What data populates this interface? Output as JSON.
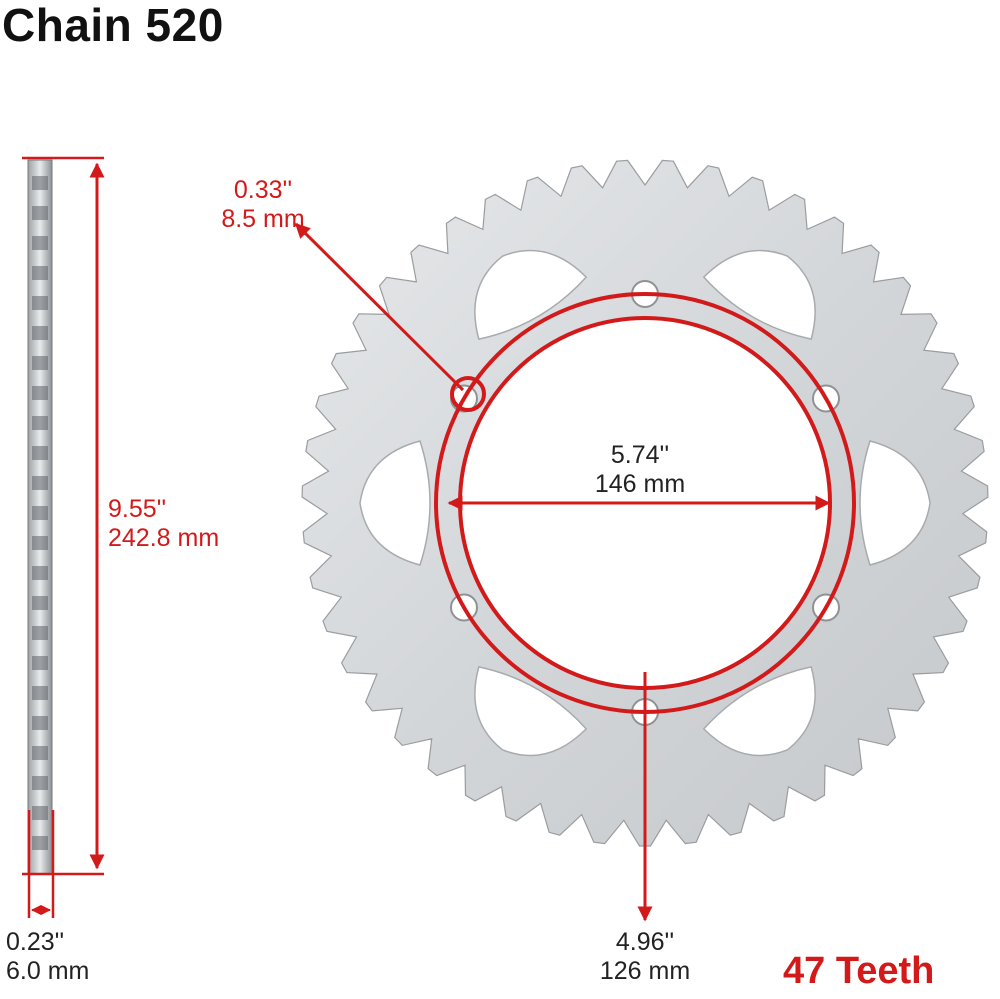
{
  "title": "Chain 520",
  "colors": {
    "accent": "#d31a1a",
    "metal": "#d8dadc",
    "text": "#111111"
  },
  "dimensions": {
    "bolt_hole": {
      "inch": "0.33''",
      "mm": "8.5 mm"
    },
    "outer_height": {
      "inch": "9.55''",
      "mm": "242.8 mm"
    },
    "bolt_circle": {
      "inch": "5.74''",
      "mm": "146 mm"
    },
    "center_bore": {
      "inch": "4.96''",
      "mm": "126 mm"
    },
    "thickness": {
      "inch": "0.23''",
      "mm": "6.0 mm"
    }
  },
  "teeth_label": "47 Teeth",
  "sprocket": {
    "teeth": 47,
    "bolt_holes": 6
  }
}
